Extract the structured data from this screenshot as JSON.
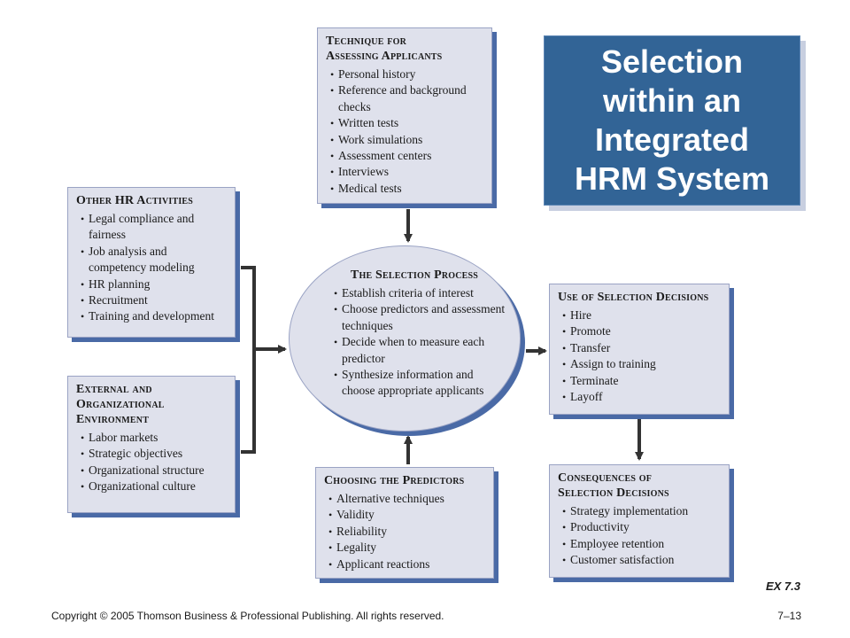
{
  "title": "Selection\nwithin an\nIntegrated\nHRM System",
  "boxes": {
    "technique": {
      "title_lines": [
        "Technique for",
        "Assessing Applicants"
      ],
      "items": [
        "Personal history",
        "Reference and background checks",
        "Written tests",
        "Work simulations",
        "Assessment centers",
        "Interviews",
        "Medical tests"
      ]
    },
    "other_hr": {
      "title_lines": [
        "Other HR Activities"
      ],
      "items": [
        "Legal compliance and fairness",
        "Job analysis and competency modeling",
        "HR planning",
        "Recruitment",
        "Training and development"
      ]
    },
    "external": {
      "title_lines": [
        "External and",
        "Organizational",
        "Environment"
      ],
      "items": [
        "Labor markets",
        "Strategic objectives",
        "Organizational structure",
        "Organizational culture"
      ]
    },
    "selection_process": {
      "title_lines": [
        "The Selection Process"
      ],
      "items": [
        "Establish criteria of interest",
        "Choose predictors and assessment techniques",
        "Decide when to measure each predictor",
        "Synthesize information and choose appropriate applicants"
      ]
    },
    "use_of_decisions": {
      "title_lines": [
        "Use of Selection Decisions"
      ],
      "items": [
        "Hire",
        "Promote",
        "Transfer",
        "Assign to training",
        "Terminate",
        "Layoff"
      ]
    },
    "choosing_predictors": {
      "title_lines": [
        "Choosing the Predictors"
      ],
      "items": [
        "Alternative techniques",
        "Validity",
        "Reliability",
        "Legality",
        "Applicant reactions"
      ]
    },
    "consequences": {
      "title_lines": [
        "Consequences of",
        "Selection Decisions"
      ],
      "items": [
        "Strategy implementation",
        "Productivity",
        "Employee retention",
        "Customer satisfaction"
      ]
    }
  },
  "exhibit_label": "EX 7.3",
  "footer": {
    "copyright": "Copyright © 2005 Thomson Business & Professional Publishing. All rights reserved.",
    "page": "7–13"
  },
  "colors": {
    "box_fill": "#dfe1ec",
    "box_shadow": "#4a6aa6",
    "title_fill": "#326496",
    "connector": "#333333"
  }
}
